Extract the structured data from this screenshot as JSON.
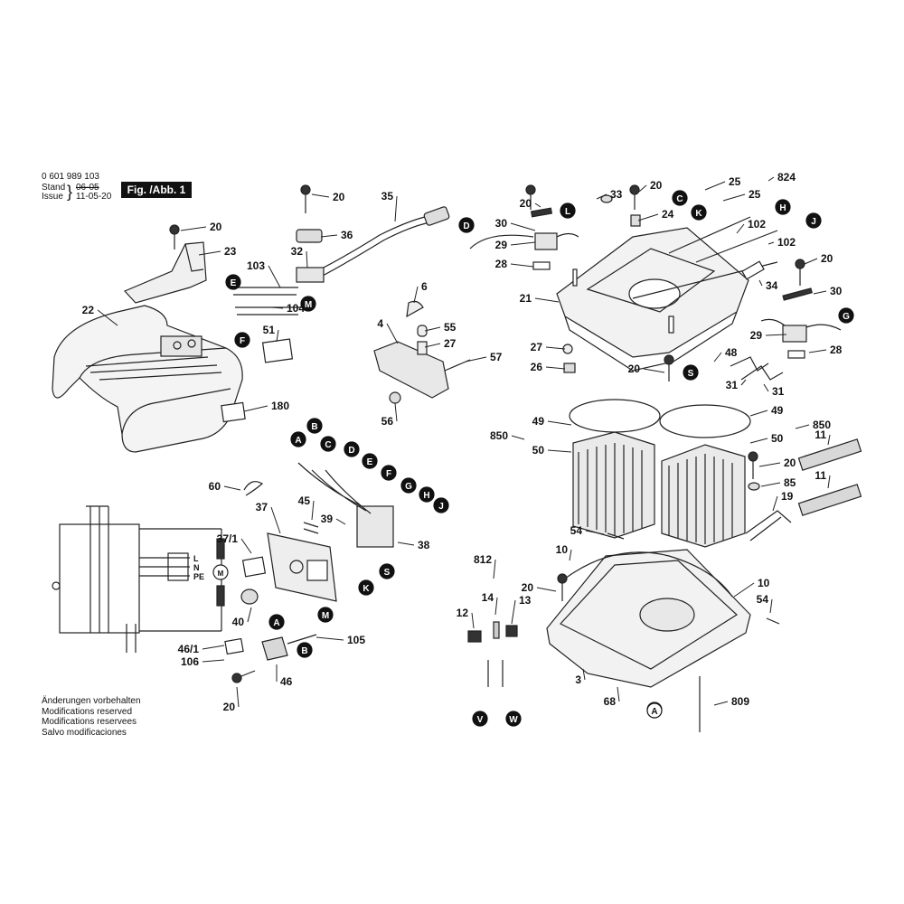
{
  "header": {
    "part_number": "0 601 989 103",
    "stand_label": "Stand",
    "issue_label": "Issue",
    "old_date": "06-05",
    "new_date": "11-05-20",
    "figure_label": "Fig. /Abb. 1"
  },
  "notes": [
    "Änderungen vorbehalten",
    "Modifications reserved",
    "Modifications reservees",
    "Salvo modificaciones"
  ],
  "wiring": {
    "L": "L",
    "N": "N",
    "PE": "PE",
    "motor": "M"
  },
  "part_labels": [
    "20",
    "23",
    "22",
    "51",
    "180",
    "20",
    "36",
    "35",
    "32",
    "103",
    "104",
    "6",
    "4",
    "55",
    "27",
    "57",
    "56",
    "20",
    "30",
    "29",
    "28",
    "33",
    "20",
    "24",
    "25",
    "25",
    "824",
    "102",
    "102",
    "21",
    "20",
    "30",
    "34",
    "29",
    "28",
    "27",
    "26",
    "20",
    "48",
    "31",
    "31",
    "49",
    "850",
    "50",
    "49",
    "850",
    "50",
    "11",
    "11",
    "20",
    "85",
    "19",
    "54",
    "10",
    "10",
    "20",
    "54",
    "3",
    "68",
    "809",
    "812",
    "12",
    "14",
    "13",
    "60",
    "45",
    "37",
    "39",
    "37/1",
    "38",
    "40",
    "105",
    "46/1",
    "106",
    "46",
    "20"
  ],
  "markers": [
    "D",
    "L",
    "C",
    "K",
    "H",
    "J",
    "E",
    "M",
    "F",
    "G",
    "S",
    "A",
    "B",
    "C",
    "D",
    "E",
    "F",
    "G",
    "H",
    "J",
    "S",
    "K",
    "A",
    "M",
    "B",
    "V",
    "W",
    "A"
  ]
}
